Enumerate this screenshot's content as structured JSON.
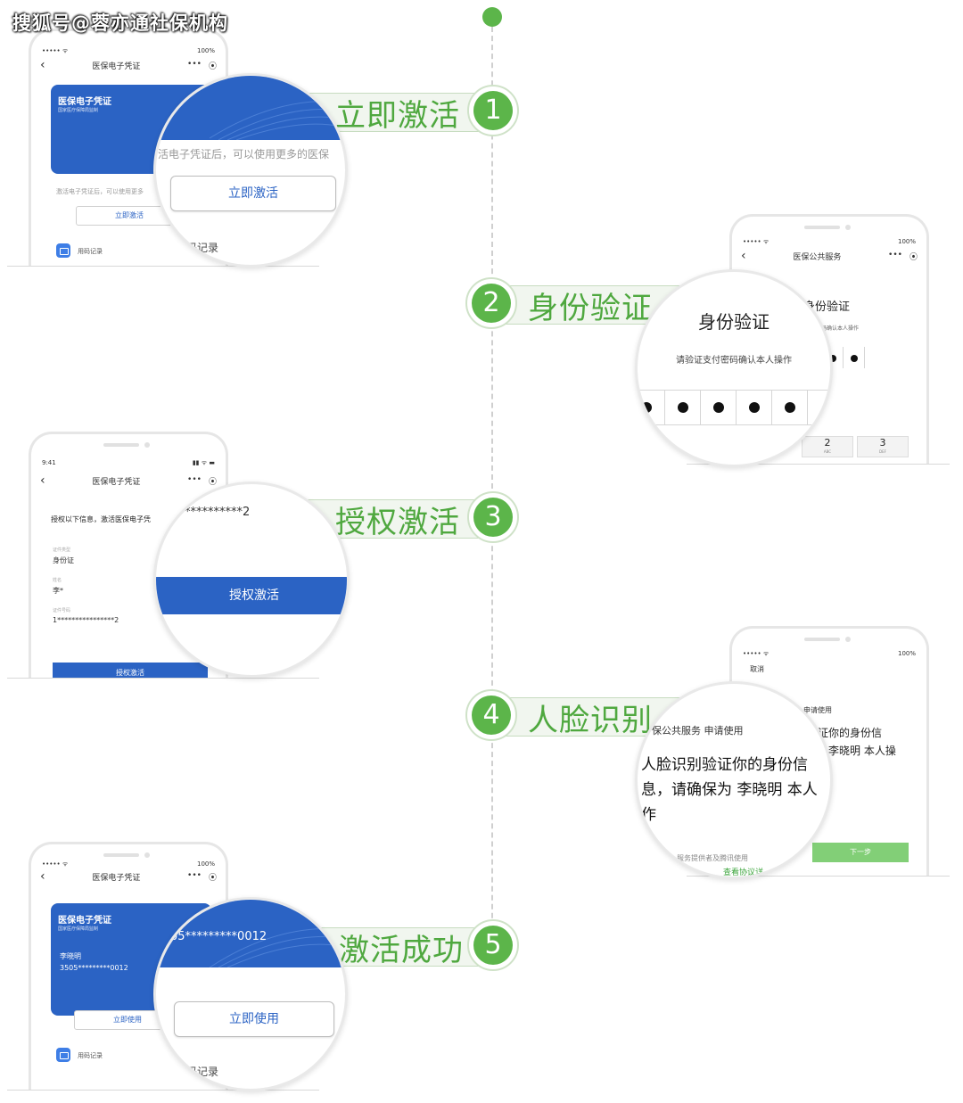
{
  "watermark": "搜狐号@蓉亦通社保机构",
  "brand_colors": {
    "green": "#5cb54a",
    "blue": "#2b63c4"
  },
  "status": {
    "carrier": "••••• ᯤ",
    "battery": "100%",
    "time": "9:41"
  },
  "icons": {
    "back": "back-arrow-icon",
    "more": "more-dots-icon",
    "close": "close-circle-icon",
    "record": "record-icon"
  },
  "steps": [
    {
      "num": "1",
      "label": "立即激活"
    },
    {
      "num": "2",
      "label": "身份验证"
    },
    {
      "num": "3",
      "label": "授权激活"
    },
    {
      "num": "4",
      "label": "人脸识别"
    },
    {
      "num": "5",
      "label": "激活成功"
    }
  ],
  "s1": {
    "nav_title": "医保电子凭证",
    "card_title": "医保电子凭证",
    "card_sub": "国家医疗保障局监制",
    "hint_small": "激活电子凭证后，可以使用更多",
    "btn_small": "立即激活",
    "record_small": "用码记录",
    "lens_hint": "活电子凭证后，可以使用更多的医保",
    "lens_btn": "立即激活",
    "lens_record": "码记录"
  },
  "s2": {
    "nav_title": "医保公共服务",
    "title_small": "身份验证",
    "sub_small": "码确认本人操作",
    "lens_title": "身份验证",
    "lens_sub": "请验证支付密码确认本人操作",
    "keys": [
      {
        "num": "2",
        "letters": "ABC"
      },
      {
        "num": "3",
        "letters": "DEF"
      }
    ]
  },
  "s3": {
    "nav_title": "医保电子凭证",
    "intro": "授权以下信息，激活医保电子凭",
    "f1_label": "证件类型",
    "f1_val": "身份证",
    "f2_label": "姓名",
    "f2_val": "李*",
    "f3_label": "证件号码",
    "f3_val": "1****************2",
    "btn_small": "授权激活",
    "lens_top": "**********2",
    "lens_btn": "授权激活"
  },
  "s4": {
    "cancel": "取消",
    "apply_small": "申请使用",
    "verify_small": "证你的身份信",
    "confirm_small": "李晓明 本人操",
    "next_btn": "下一步",
    "lens_line1": "保公共服务 申请使用",
    "lens_line2": "人脸识别验证你的身份信",
    "lens_line3": "息，请确保为 李晓明 本人",
    "lens_line4": "作",
    "lens_foot": "服务提供者及腾讯使用",
    "lens_link": "查看协议详"
  },
  "s5": {
    "nav_title": "医保电子凭证",
    "card_title": "医保电子凭证",
    "card_sub": "国家医疗保障局监制",
    "name": "李晓明",
    "idnum_small": "3505*********0012",
    "btn_small": "立即使用",
    "record_small": "用码记录",
    "lens_id": "05*********0012",
    "lens_btn": "立即使用",
    "lens_record": "码记录"
  }
}
